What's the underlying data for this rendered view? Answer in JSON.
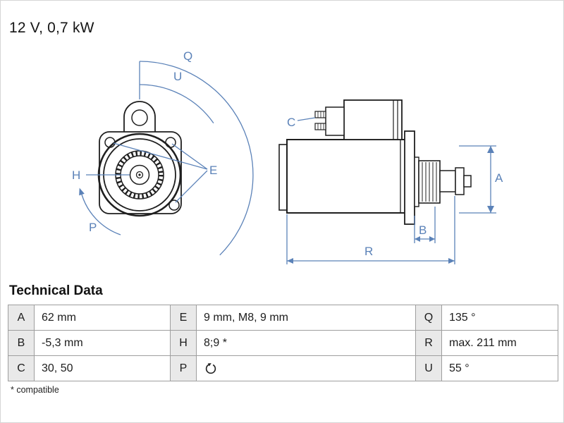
{
  "header": {
    "title": "12 V, 0,7 kW"
  },
  "colors": {
    "annotation_blue": "#5b82b8",
    "line_black": "#1f1f1f"
  },
  "diagram": {
    "labels": {
      "A": "A",
      "B": "B",
      "C": "C",
      "E": "E",
      "H": "H",
      "P": "P",
      "Q": "Q",
      "R": "R",
      "U": "U"
    }
  },
  "table": {
    "heading": "Technical Data",
    "footnote": "* compatible",
    "rows": [
      [
        {
          "key": "A",
          "value": "62 mm"
        },
        {
          "key": "E",
          "value": "9 mm, M8, 9 mm"
        },
        {
          "key": "Q",
          "value": "135 °"
        }
      ],
      [
        {
          "key": "B",
          "value": "-5,3 mm"
        },
        {
          "key": "H",
          "value": "8;9 *"
        },
        {
          "key": "R",
          "value": "max. 211 mm"
        }
      ],
      [
        {
          "key": "C",
          "value": "30, 50"
        },
        {
          "key": "P",
          "value": "",
          "icon": "rotation-cw-arrow"
        },
        {
          "key": "U",
          "value": "55 °"
        }
      ]
    ]
  }
}
